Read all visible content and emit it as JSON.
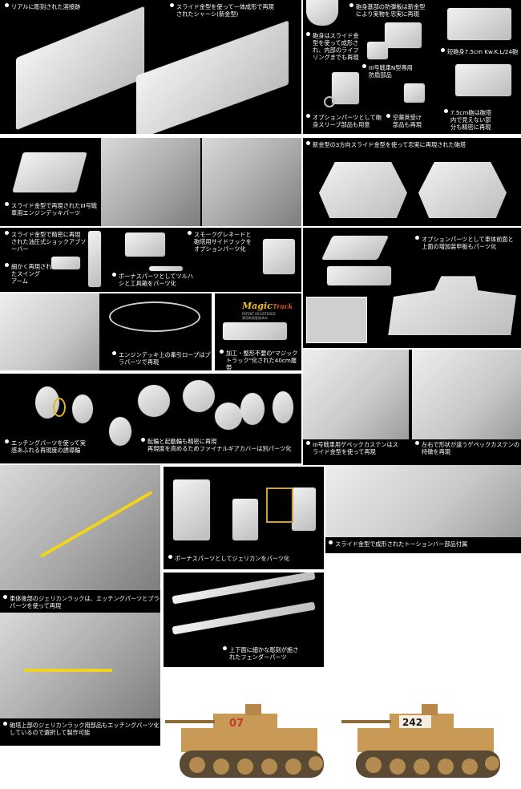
{
  "captions": {
    "c1": "リアルに彫刻された溶接跡",
    "c2": "スライド金型を使って一体成形で再現\nされたシャーシ(新金型)",
    "c3": "砲身基部の防弾板は新金型\nにより実物を忠実に再現",
    "c4": "砲身はスライド金\n型を使って成形さ\nれ、内部のライフ\nリングまでも再現",
    "c5": "短砲身7.5cm Kw.K.L/24砲",
    "c6": "III号戦車N型専用\n防盾部品",
    "c7": "オプションパーツとして砲\n身スリーブ部品も用意",
    "c8": "空薬莢受け\n部品も再現",
    "c9": "7.5cm砲は砲塔\n内で見えない部\n分も精密に再現",
    "c10": "スライド金型で再現されたIII号戦\n車用エンジンデッキパーツ",
    "c11": "新金型の3方向スライド金型を使って忠実に再現された砲塔",
    "c12": "スライド金型で精密に再現\nされた油圧式ショックアブソ\nーバー",
    "c13": "細かく再現され\nたスイング\nアーム",
    "c14": "スモークグレネードと\n砲塔用サイドフックを\nオプションパーツ化",
    "c15": "ボーナスパーツとしてツルハ\nシと工具箱をパーツ化",
    "c16": "オプションパーツとして車体前面と\n上面の増加装甲板もパーツ化",
    "c17": "エンジンデッキ上の牽引ロープはプ\nラパーツで再現",
    "c18": "加工・整形不要の\"マジック\nトラック\"化された40cm履帯",
    "c19": "エッチングパーツを使って実\n感あふれる再現度の誘導輪",
    "c20": "転輪と起動輪も精密に再現\n再現度を高めるためファイナルギアカバーは別パーツ化",
    "c21": "III号戦車用ゲペックカステンはス\nライド金型を使って再現",
    "c22": "左右で形状が違うゲペックカステンの\n特徴を再現",
    "c23": "ボーナスパーツとしてジェリカンをパーツ化",
    "c24": "スライド金型で成形されたトーションバー部品付属",
    "c25": "車体後部のジェリカンラックは、エッチングパーツとプラ\nパーツを使って再現",
    "c26": "上下面に細かな彫刻が施さ\nれたフェンダーパーツ",
    "c27": "砲塔上部のジェリカンラック用部品もエッチングパーツ化\nしているので選択して製作可能"
  },
  "magic_track": {
    "brand": "Magic",
    "brand2": "Track",
    "sub": "PATENT REGISTERED",
    "sub2": "実用新案登録済み"
  },
  "tank_numbers": {
    "left": "07",
    "right": "242"
  },
  "colors": {
    "panel": "#000000",
    "part": "#d0d0d0",
    "tan": "#c99a55",
    "yellow": "#f1d21c"
  }
}
